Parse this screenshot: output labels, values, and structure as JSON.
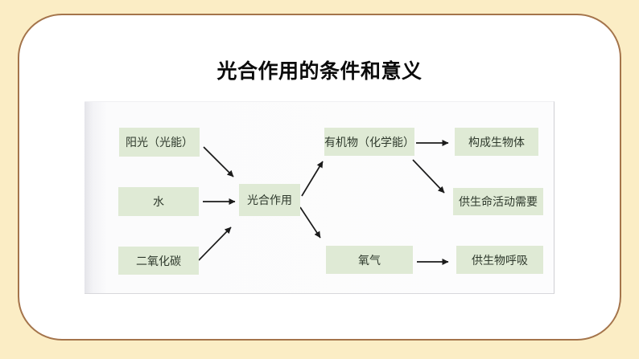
{
  "slide": {
    "title": "光合作用的条件和意义"
  },
  "diagram": {
    "nodes": [
      {
        "id": "sunlight",
        "label": "阳光（光能）"
      },
      {
        "id": "water",
        "label": "水"
      },
      {
        "id": "co2",
        "label": "二氧化碳"
      },
      {
        "id": "photosynthesis",
        "label": "光合作用"
      },
      {
        "id": "organic-matter",
        "label": "有机物（化学能）"
      },
      {
        "id": "oxygen",
        "label": "氧气"
      },
      {
        "id": "builds-organisms",
        "label": "构成生物体"
      },
      {
        "id": "life-activities",
        "label": "供生命活动需要"
      },
      {
        "id": "organism-breathing",
        "label": "供生物呼吸"
      }
    ],
    "edges": [
      {
        "from": "sunlight",
        "to": "photosynthesis"
      },
      {
        "from": "water",
        "to": "photosynthesis"
      },
      {
        "from": "co2",
        "to": "photosynthesis"
      },
      {
        "from": "photosynthesis",
        "to": "organic-matter"
      },
      {
        "from": "photosynthesis",
        "to": "oxygen"
      },
      {
        "from": "organic-matter",
        "to": "builds-organisms"
      },
      {
        "from": "organic-matter",
        "to": "life-activities"
      },
      {
        "from": "oxygen",
        "to": "organism-breathing"
      }
    ],
    "colors": {
      "node_bg": "#DFEAD5",
      "node_text": "#2F3A2D",
      "arrow": "#1B1B1B"
    }
  },
  "theme": {
    "background": "#FBEDC5",
    "panel_bg": "#FFFFFF",
    "panel_border": "#A4744B",
    "title_color": "#0B0B0B"
  }
}
